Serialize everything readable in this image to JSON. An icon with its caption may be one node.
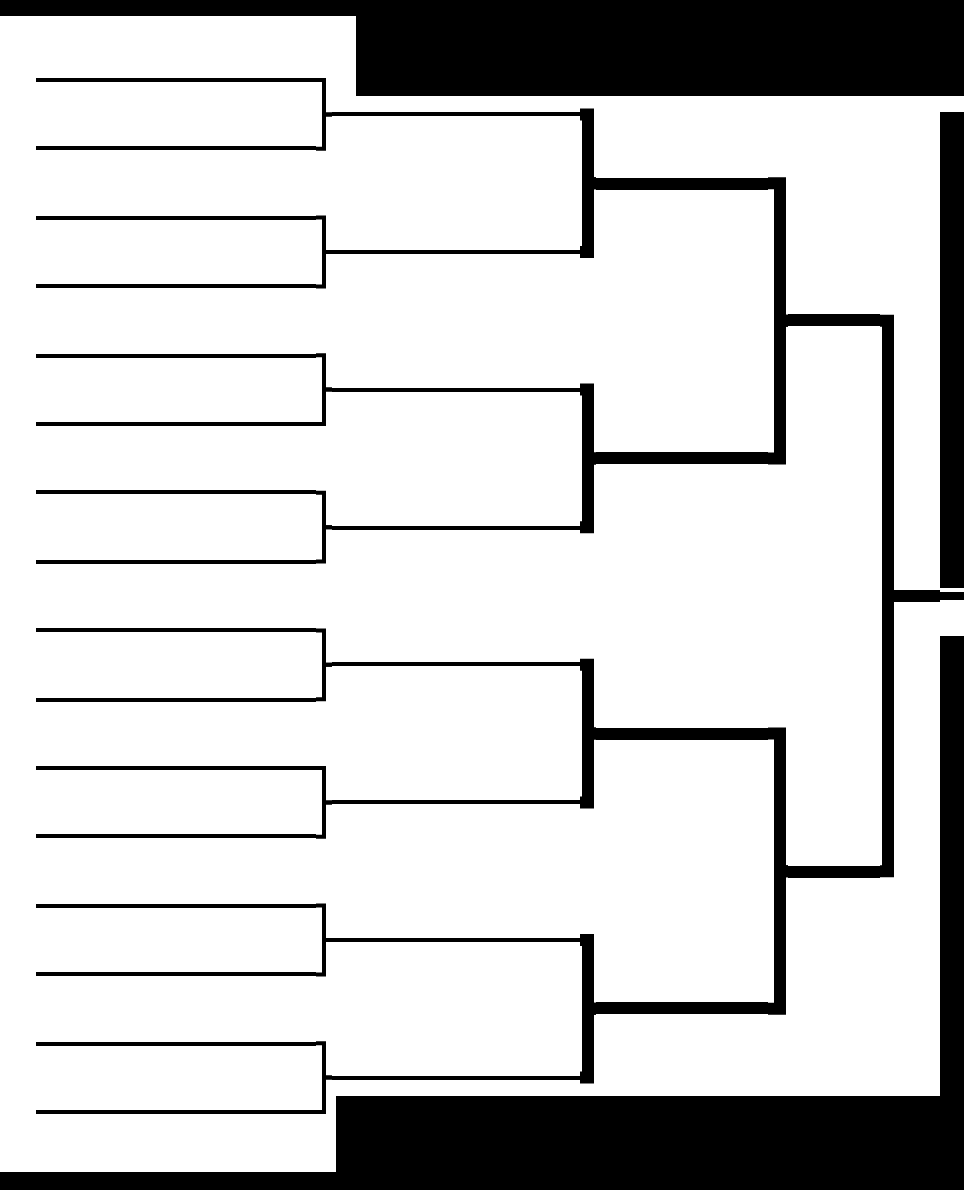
{
  "diagram": {
    "nodes": [
      {
        "text": [],
        "shape": "bar"
      },
      {
        "text": [],
        "shape": "bar"
      },
      {
        "text": [],
        "shape": "bar"
      },
      {
        "text": [],
        "shape": "bar"
      },
      {
        "text": [],
        "shape": "bar"
      },
      {
        "text": [],
        "shape": "bar"
      },
      {
        "text": [],
        "shape": "bar"
      },
      {
        "text": [],
        "shape": "bar"
      },
      {
        "text": [],
        "shape": "bar"
      },
      {
        "text": [],
        "shape": "bar"
      },
      {
        "text": [],
        "shape": "bar"
      },
      {
        "text": [],
        "shape": "bar"
      },
      {
        "text": [],
        "shape": "bar"
      },
      {
        "text": [],
        "shape": "bar"
      },
      {
        "text": [],
        "shape": "bar"
      },
      {
        "text": [],
        "shape": "bar"
      },
      {
        "text": [],
        "shape": "bar"
      },
      {
        "text": [],
        "shape": "bar"
      },
      {
        "text": [],
        "shape": "bar"
      },
      {
        "text": [],
        "shape": "bar"
      },
      {
        "text": [],
        "shape": "bar"
      },
      {
        "text": [],
        "shape": "bar"
      },
      {
        "text": [],
        "shape": "bar"
      },
      {
        "text": [],
        "shape": "bar"
      },
      {
        "text": [],
        "shape": "bar"
      },
      {
        "text": [],
        "shape": "bar"
      },
      {
        "text": [],
        "shape": "bar"
      },
      {
        "text": [],
        "shape": "bar"
      },
      {
        "text": [],
        "shape": "bar"
      },
      {
        "text": [],
        "shape": "bar"
      },
      {
        "text": [],
        "shape": "bar"
      }
    ],
    "edges": [
      {
        "from": 0,
        "to": 16,
        "arrow": "none"
      },
      {
        "from": 1,
        "to": 16,
        "arrow": "none"
      },
      {
        "from": 2,
        "to": 17,
        "arrow": "none"
      },
      {
        "from": 3,
        "to": 17,
        "arrow": "none"
      },
      {
        "from": 4,
        "to": 18,
        "arrow": "none"
      },
      {
        "from": 5,
        "to": 18,
        "arrow": "none"
      },
      {
        "from": 6,
        "to": 19,
        "arrow": "none"
      },
      {
        "from": 7,
        "to": 19,
        "arrow": "none"
      },
      {
        "from": 8,
        "to": 20,
        "arrow": "none"
      },
      {
        "from": 9,
        "to": 20,
        "arrow": "none"
      },
      {
        "from": 10,
        "to": 21,
        "arrow": "none"
      },
      {
        "from": 11,
        "to": 21,
        "arrow": "none"
      },
      {
        "from": 12,
        "to": 22,
        "arrow": "none"
      },
      {
        "from": 13,
        "to": 22,
        "arrow": "none"
      },
      {
        "from": 14,
        "to": 23,
        "arrow": "none"
      },
      {
        "from": 15,
        "to": 23,
        "arrow": "none"
      },
      {
        "from": 16,
        "to": 24,
        "arrow": "none",
        "style": "thick"
      },
      {
        "from": 17,
        "to": 24,
        "arrow": "none",
        "style": "thick"
      },
      {
        "from": 18,
        "to": 25,
        "arrow": "none",
        "style": "thick"
      },
      {
        "from": 19,
        "to": 25,
        "arrow": "none",
        "style": "thick"
      },
      {
        "from": 20,
        "to": 26,
        "arrow": "none",
        "style": "thick"
      },
      {
        "from": 21,
        "to": 26,
        "arrow": "none",
        "style": "thick"
      },
      {
        "from": 22,
        "to": 27,
        "arrow": "none",
        "style": "thick"
      },
      {
        "from": 23,
        "to": 27,
        "arrow": "none",
        "style": "thick"
      },
      {
        "from": 24,
        "to": 28,
        "arrow": "none",
        "style": "thick"
      },
      {
        "from": 25,
        "to": 28,
        "arrow": "none",
        "style": "thick"
      },
      {
        "from": 26,
        "to": 29,
        "arrow": "none",
        "style": "thick"
      },
      {
        "from": 27,
        "to": 29,
        "arrow": "none",
        "style": "thick"
      },
      {
        "from": 28,
        "to": 30,
        "arrow": "none",
        "style": "thick"
      },
      {
        "from": 29,
        "to": 30,
        "arrow": "none",
        "style": "thick"
      }
    ]
  }
}
